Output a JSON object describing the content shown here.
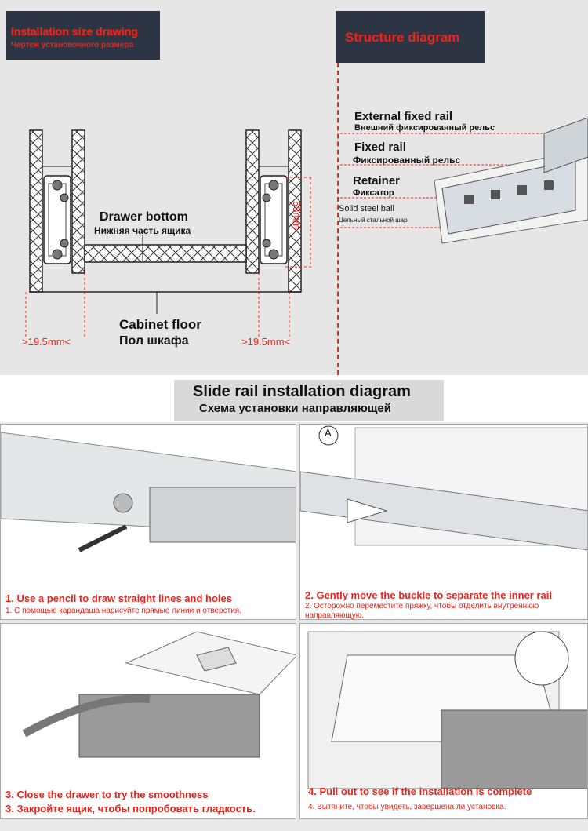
{
  "install_drawing": {
    "title_en": "Installation size drawing",
    "title_ru": "Чертеж установочного размера",
    "drawer_bottom_en": "Drawer bottom",
    "drawer_bottom_ru": "Нижняя часть ящика",
    "cabinet_floor_en": "Cabinet floor",
    "cabinet_floor_ru": "Пол шкафа",
    "left_gap": ">19.5mm<",
    "right_gap": ">19.5mm<",
    "height_dim": "53mm"
  },
  "structure": {
    "title": "Structure diagram",
    "labels": [
      {
        "en": "External fixed rail",
        "ru": "Внешний фиксированный рельс"
      },
      {
        "en": "Fixed rail",
        "ru": "Фиксированный рельс"
      },
      {
        "en": "Retainer",
        "ru": "Фиксатор"
      },
      {
        "en": "Solid steel ball",
        "ru": "Цельный стальной шар"
      }
    ]
  },
  "installation": {
    "title_en": "Slide rail installation diagram",
    "title_ru": "Схема установки направляющей",
    "callout_letter": "A",
    "steps": [
      {
        "en": "1. Use a pencil to draw straight lines and holes",
        "ru": "1. С помощью карандаша нарисуйте прямые линии и отверстия."
      },
      {
        "en": "2. Gently move the buckle to separate the inner rail",
        "ru": "2. Осторожно переместите пряжку, чтобы отделить внутреннюю",
        "ru2": "направляющую."
      },
      {
        "en": "3. Close the drawer to try the smoothness",
        "ru": "3. Закройте ящик, чтобы попробовать гладкость."
      },
      {
        "en": "4. Pull out to see if the installation is complete",
        "ru": "4. Вытяните, чтобы увидеть, завершена ли установка."
      }
    ]
  },
  "colors": {
    "accent": "#e8261e",
    "header_bg": "#2d3444",
    "panel_bg": "#ffffff"
  }
}
